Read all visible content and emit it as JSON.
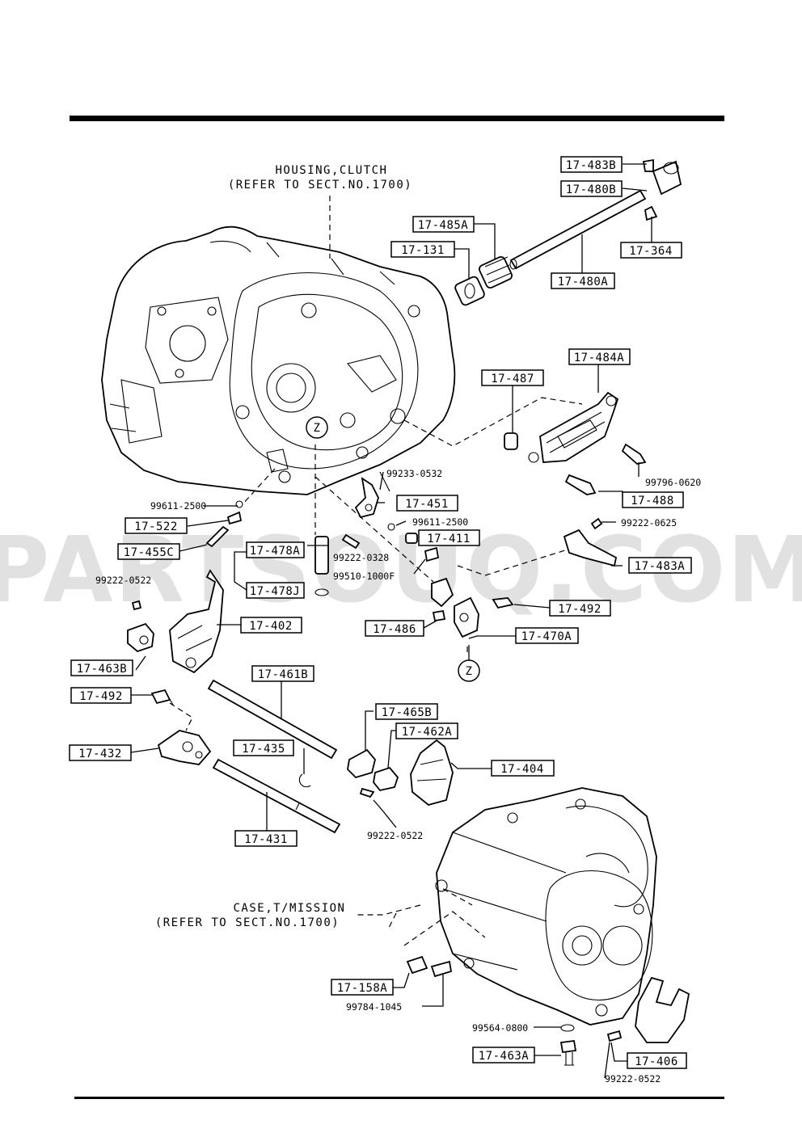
{
  "watermark": "PARTSOUQ.COM",
  "captions": {
    "housing_line1": "HOUSING,CLUTCH",
    "housing_line2": "(REFER TO SECT.NO.1700)",
    "case_line1": "CASE,T/MISSION",
    "case_line2": "(REFER TO SECT.NO.1700)"
  },
  "ref_marker": "Z",
  "part_labels": {
    "p483B": "17-483B",
    "p480B": "17-480B",
    "p485A": "17-485A",
    "p131": "17-131",
    "p364": "17-364",
    "p480A": "17-480A",
    "p484A": "17-484A",
    "p487": "17-487",
    "p488": "17-488",
    "p451": "17-451",
    "p522": "17-522",
    "p411": "17-411",
    "p455C": "17-455C",
    "p478A": "17-478A",
    "p483A": "17-483A",
    "p478J": "17-478J",
    "p402": "17-402",
    "p492a": "17-492",
    "p486": "17-486",
    "p470A": "17-470A",
    "p463B": "17-463B",
    "p461B": "17-461B",
    "p492b": "17-492",
    "p465B": "17-465B",
    "p462A": "17-462A",
    "p432": "17-432",
    "p435": "17-435",
    "p404": "17-404",
    "p431": "17-431",
    "p158A": "17-158A",
    "p463A": "17-463A",
    "p406": "17-406"
  },
  "hardware_labels": {
    "h99796": "99796-0620",
    "h99233": "99233-0532",
    "h99611a": "99611-2500",
    "h99611b": "99611-2500",
    "h99222_0625": "99222-0625",
    "h99222_0328": "99222-0328",
    "h99510": "99510-1000F",
    "h99222_0522a": "99222-0522",
    "h99222_0522b": "99222-0522",
    "h99784": "99784-1045",
    "h99564": "99564-0800",
    "h99222_0522c": "99222-0522"
  }
}
